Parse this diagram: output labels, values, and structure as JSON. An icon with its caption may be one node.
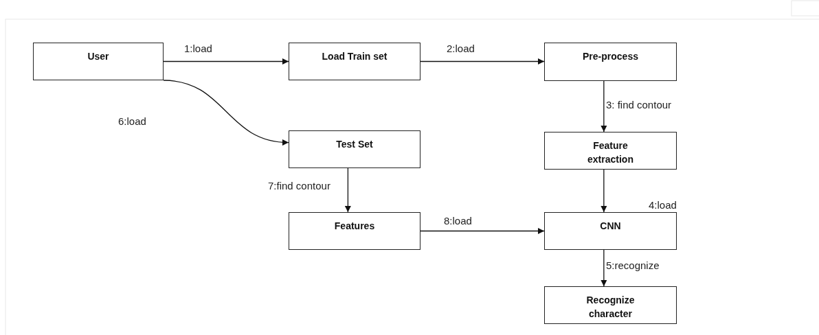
{
  "diagram": {
    "nodes": [
      {
        "text": [
          "User"
        ]
      },
      {
        "text": [
          "Load Train set"
        ]
      },
      {
        "text": [
          "Pre-process"
        ]
      },
      {
        "text": [
          "Test Set"
        ]
      },
      {
        "text": [
          "Feature extraction"
        ]
      },
      {
        "text": [
          "Features"
        ]
      },
      {
        "text": [
          "CNN"
        ]
      },
      {
        "text": [
          "Recognize character"
        ]
      }
    ],
    "edges": [
      {
        "from": 0,
        "to": 1,
        "arrow": "to",
        "label": "1:load"
      },
      {
        "from": 1,
        "to": 2,
        "arrow": "to",
        "label": "2:load"
      },
      {
        "from": 2,
        "to": 4,
        "arrow": "to",
        "label": "3: find contour"
      },
      {
        "from": 4,
        "to": 6,
        "arrow": "to",
        "label": "4:load"
      },
      {
        "from": 6,
        "to": 7,
        "arrow": "to",
        "label": "5:recognize"
      },
      {
        "from": 0,
        "to": 3,
        "arrow": "to",
        "label": "6:load"
      },
      {
        "from": 3,
        "to": 5,
        "arrow": "to",
        "label": "7:find contour"
      },
      {
        "from": 5,
        "to": 6,
        "arrow": "to",
        "label": "8:load"
      }
    ]
  }
}
